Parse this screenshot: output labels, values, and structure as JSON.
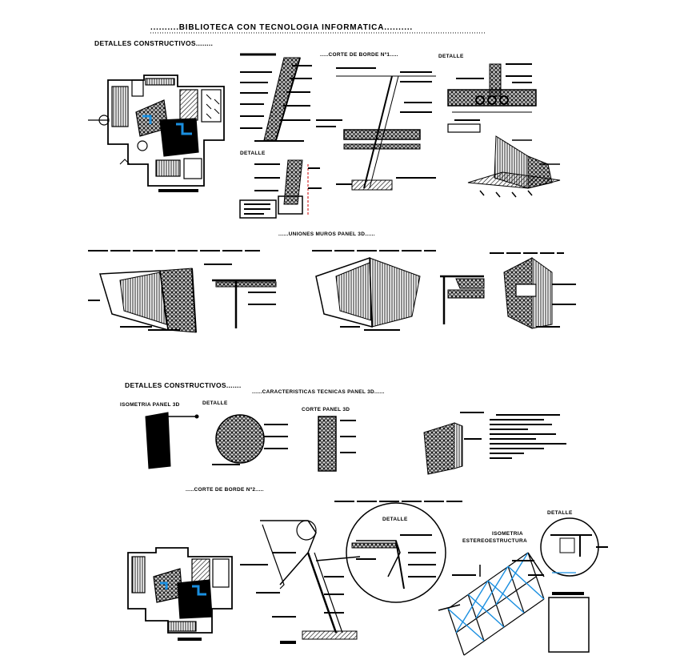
{
  "sheet": {
    "title": "..........BIBLIOTECA CON TECNOLOGIA INFORMATICA..........",
    "section_detalles_1": "DETALLES CONSTRUCTIVOS........",
    "corte_borde_1": ".....CORTE DE BORDE Nº1.....",
    "detalle_a": "DETALLE",
    "detalle_b": "DETALLE",
    "uniones": "......UNIONES MUROS PANEL 3D......",
    "section_detalles_2": "DETALLES CONSTRUCTIVOS.......",
    "caracteristicas": "......CARACTERISTICAS TECNICAS PANEL 3D......",
    "isometria_panel": "ISOMETRIA PANEL 3D",
    "detalle_c": "DETALLE",
    "corte_panel": "CORTE PANEL 3D",
    "corte_borde_2": ".....CORTE DE BORDE Nº2.....",
    "detalle_d": "DETALLE",
    "detalle_e": "DETALLE",
    "isometria_estereo_1": "ISOMETRIA",
    "isometria_estereo_2": "ESTEREOESTRUCTURA"
  },
  "colors": {
    "ink": "#000000",
    "accent": "#1a8fe0",
    "paper": "#ffffff"
  }
}
